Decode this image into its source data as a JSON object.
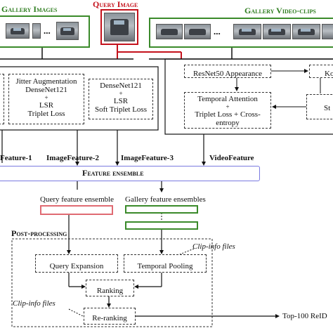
{
  "headers": {
    "gallery_images": "Gallery Images",
    "query_image": "Query Image",
    "gallery_video_clips": "Gallery Video-clips"
  },
  "image_branch": {
    "box1": {
      "line1": "Jitter Augmentation",
      "line2": "DenseNet121",
      "line3": "+",
      "line4": "LSR",
      "line5": "Triplet Loss"
    },
    "box2": {
      "line1": "DenseNet121",
      "line2": "+",
      "line3": "LSR",
      "line4": "Soft Triplet Loss"
    }
  },
  "video_branch": {
    "resnet": "ResNet50 Appearance",
    "right_top": "Ko",
    "temporal": {
      "line1": "Temporal Attention",
      "line2": "+",
      "line3": "Triplet Loss + Cross-entropy"
    },
    "right_bottom": "St"
  },
  "features": {
    "f1": "Feature-1",
    "f2": "ImageFeature-2",
    "f3": "ImageFeature-3",
    "video": "VideoFeature"
  },
  "ensemble": {
    "title": "Feature ensemble",
    "query_label": "Query feature ensemble",
    "gallery_label": "Gallery feature ensembles"
  },
  "post_processing": {
    "title": "Post-processing",
    "query_expansion": "Query Expansion",
    "temporal_pooling": "Temporal Pooling",
    "ranking": "Ranking",
    "reranking": "Re-ranking",
    "clip_info_1": "Clip-info files",
    "clip_info_2": "Clip-info files",
    "output": "Top-100 ReID"
  },
  "colors": {
    "green": "#3a8a2a",
    "red": "#c4121c",
    "ensemble_border": "#7a7ae0"
  },
  "dots": "..."
}
